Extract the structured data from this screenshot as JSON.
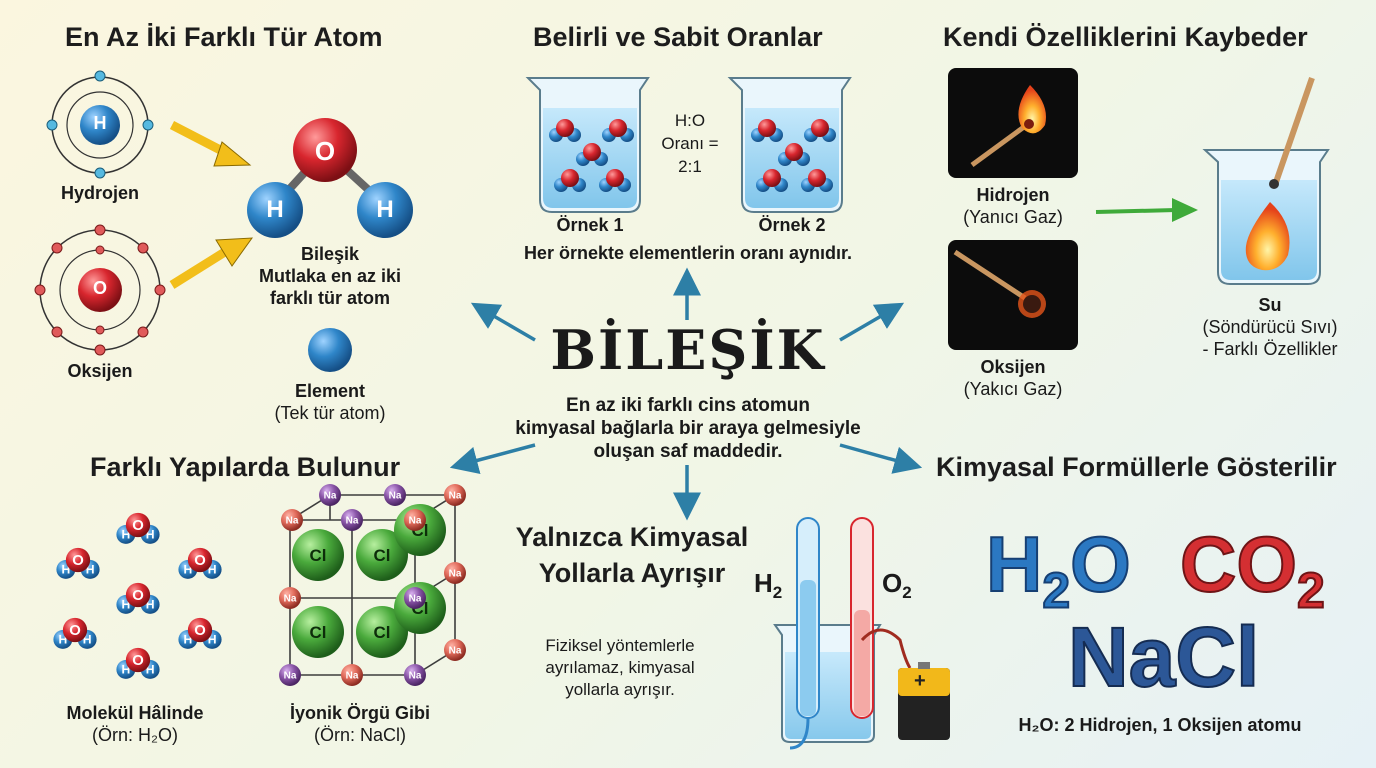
{
  "center": {
    "title": "BİLEŞİK",
    "definition_1": "En az iki farklı cins atomun",
    "definition_2": "kimyasal bağlarla bir araya gelmesiyle",
    "definition_3": "oluşan saf maddedir."
  },
  "top_left": {
    "heading": "En Az İki Farklı Tür Atom",
    "hydrogen_label": "Hydrojen",
    "oxygen_label": "Oksijen",
    "h_symbol": "H",
    "o_symbol": "O",
    "compound_title": "Bileşik",
    "compound_desc_1": "Mutlaka en az iki",
    "compound_desc_2": "farklı tür atom",
    "element_title": "Element",
    "element_desc": "(Tek tür atom)"
  },
  "top_middle": {
    "heading": "Belirli ve Sabit Oranlar",
    "ratio_1": "H:O",
    "ratio_2": "Oranı =",
    "ratio_3": "2:1",
    "sample_1": "Örnek 1",
    "sample_2": "Örnek 2",
    "caption": "Her örnekte elementlerin oranı aynıdır."
  },
  "top_right": {
    "heading": "Kendi Özelliklerini Kaybeder",
    "hydrogen_title": "Hidrojen",
    "hydrogen_desc": "(Yanıcı Gaz)",
    "oxygen_title": "Oksijen",
    "oxygen_desc": "(Yakıcı Gaz)",
    "water_title": "Su",
    "water_desc_1": "(Söndürücü Sıvı)",
    "water_desc_2": "- Farklı Özellikler"
  },
  "bottom_left": {
    "heading": "Farklı Yapılarda Bulunur",
    "molecule_label": "Molekül Hâlinde",
    "molecule_example": "(Örn: H₂O)",
    "ionic_label": "İyonik Örgü Gibi",
    "ionic_example": "(Örn: NaCl)",
    "na_symbol": "Na",
    "cl_symbol": "Cl"
  },
  "bottom_middle": {
    "heading_1": "Yalnızca Kimyasal",
    "heading_2": "Yollarla Ayrışır",
    "desc_1": "Fiziksel yöntemlerle",
    "desc_2": "ayrılamaz, kimyasal",
    "desc_3": "yollarla ayrışır.",
    "h2_label": "H",
    "h2_sub": "2",
    "o2_label": "O",
    "o2_sub": "2",
    "battery_plus": "+"
  },
  "bottom_right": {
    "heading": "Kimyasal Formüllerle Gösterilir",
    "water_formula": "H",
    "water_sub": "2",
    "water_tail": "O",
    "co2_formula": "CO",
    "co2_sub": "2",
    "nacl_formula": "NaCl",
    "caption": "H₂O: 2 Hidrojen, 1 Oksijen atomu"
  },
  "colors": {
    "hydrogen_blue": "#2f86c9",
    "oxygen_red": "#d8262e",
    "chlorine_green": "#4aaa3c",
    "sodium_purple": "#8a55a8",
    "formula_blue": "#2b78c2",
    "formula_red": "#d42f32",
    "formula_navy": "#2c5797",
    "arrow_teal": "#2d7fa6"
  }
}
